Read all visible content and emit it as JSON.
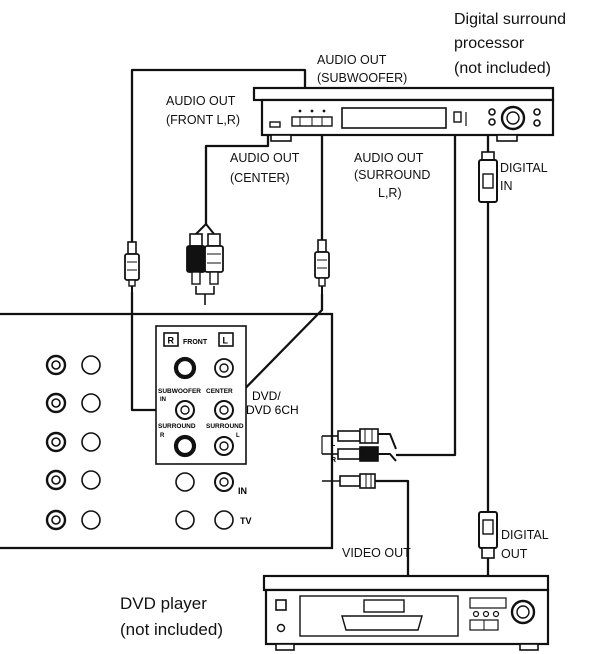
{
  "devices": {
    "processor": {
      "line1": "Digital surround",
      "line2": "processor",
      "line3": "(not included)"
    },
    "dvd_player": {
      "line1": "DVD player",
      "line2": "(not included)"
    }
  },
  "labels": {
    "audio_out_sub": {
      "line1": "AUDIO OUT",
      "line2": "(SUBWOOFER)"
    },
    "audio_out_front": {
      "line1": "AUDIO OUT",
      "line2": "(FRONT L,R)"
    },
    "audio_out_center": {
      "line1": "AUDIO OUT",
      "line2": "(CENTER)"
    },
    "audio_out_surround": {
      "line1": "AUDIO OUT",
      "line2": "(SURROUND",
      "line3": "L,R)"
    },
    "digital_in": {
      "line1": "DIGITAL",
      "line2": "IN"
    },
    "digital_out": {
      "line1": "DIGITAL",
      "line2": "OUT"
    },
    "video_out": "VIDEO OUT"
  },
  "panel": {
    "badge_r": "R",
    "badge_l": "L",
    "front": "FRONT",
    "subwoofer": "SUBWOOFER",
    "in_small": "IN",
    "center": "CENTER",
    "surround_left": "SURROUND",
    "surround_right": "SURROUND",
    "r_small": "R",
    "l_small": "L",
    "dvd": "DVD/",
    "dvd6ch": "DVD 6CH",
    "in": "IN",
    "tv": "TV"
  },
  "plug_markers": {
    "l": "L",
    "r": "R"
  }
}
